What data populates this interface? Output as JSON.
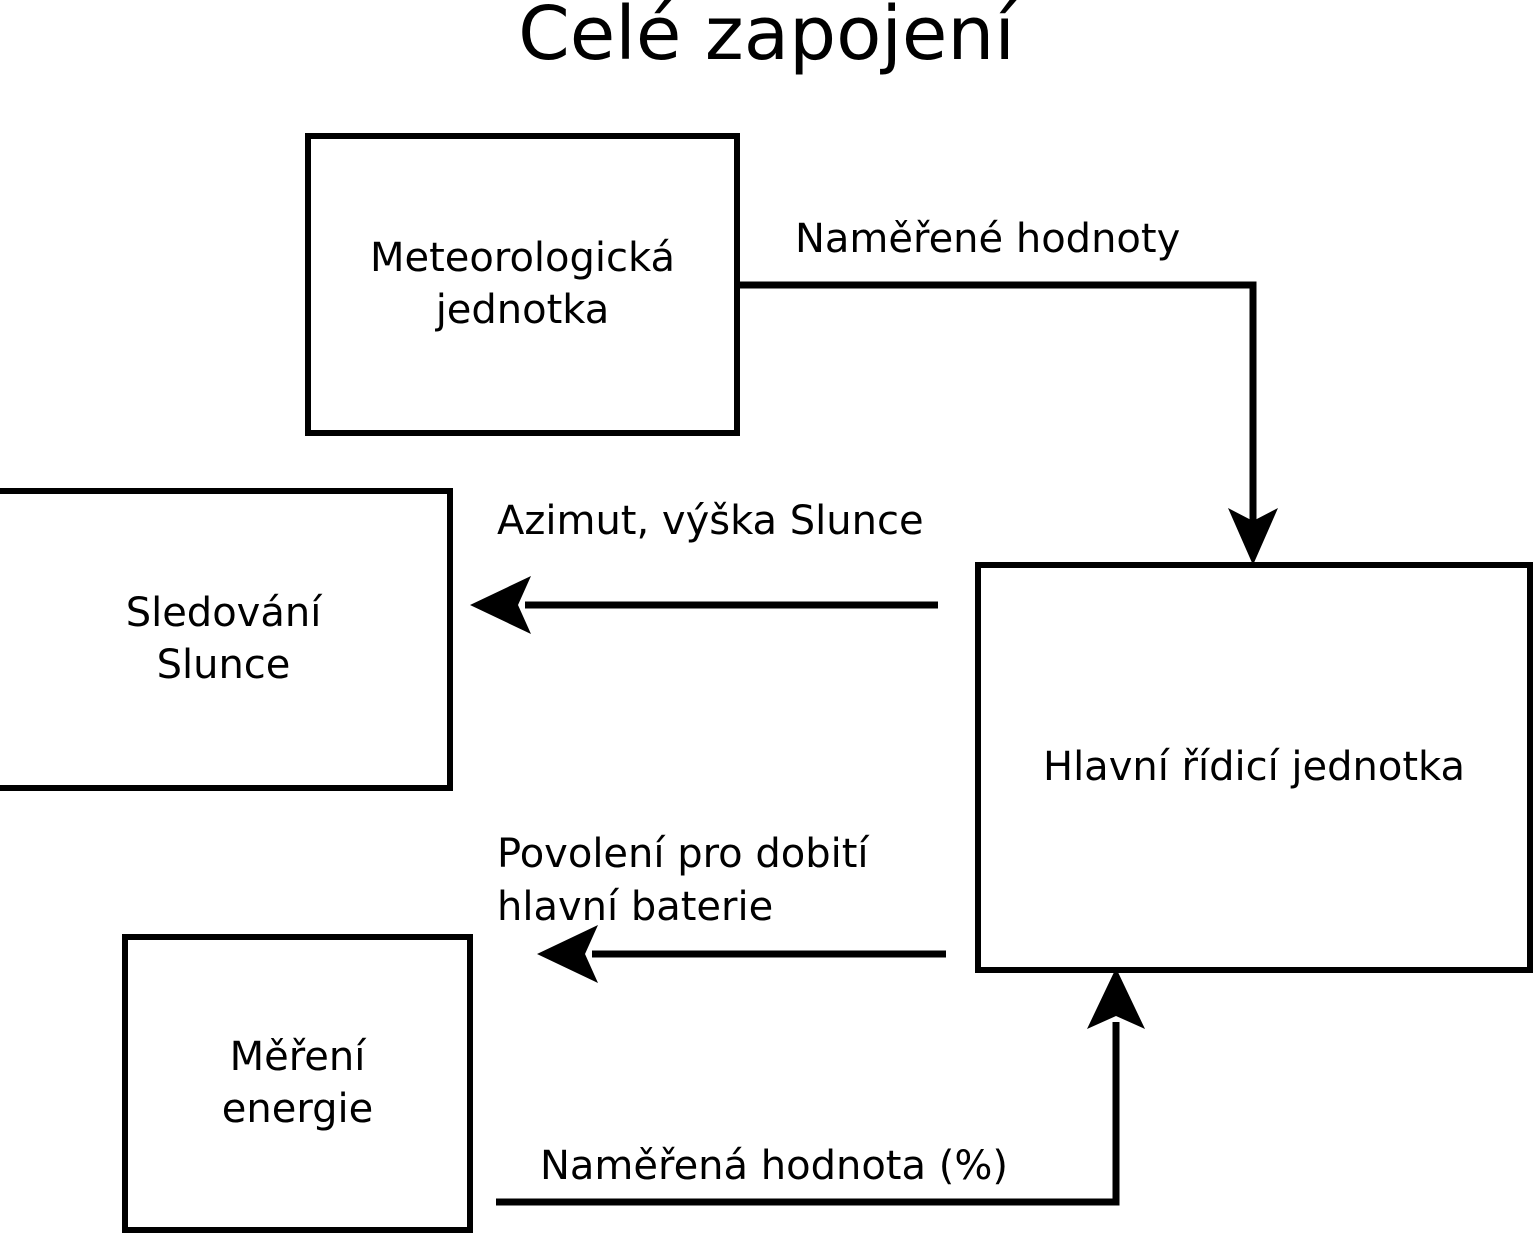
{
  "diagram": {
    "title": "Celé zapojení",
    "type": "block-diagram",
    "language": "cs",
    "colors": {
      "stroke": "#000000",
      "background": "#ffffff",
      "text": "#000000"
    },
    "nodes": [
      {
        "id": "meteo",
        "label": "Meteorologická\njednotka"
      },
      {
        "id": "sun",
        "label": "Sledování\nSlunce"
      },
      {
        "id": "main",
        "label": "Hlavní řídicí jednotka"
      },
      {
        "id": "energy",
        "label": "Měření\nenergie"
      }
    ],
    "edges": [
      {
        "id": "measured",
        "from": "meteo",
        "to": "main",
        "label": "Naměřené hodnoty",
        "arrow": "down"
      },
      {
        "id": "azimuth",
        "from": "main",
        "to": "sun",
        "label": "Azimut, výška Slunce",
        "arrow": "left"
      },
      {
        "id": "permit",
        "from": "main",
        "to": "energy",
        "label": "Povolení pro dobití\nhlavní baterie",
        "arrow": "left"
      },
      {
        "id": "percent",
        "from": "energy",
        "to": "main",
        "label": "Naměřená hodnota (%)",
        "arrow": "up"
      }
    ]
  }
}
